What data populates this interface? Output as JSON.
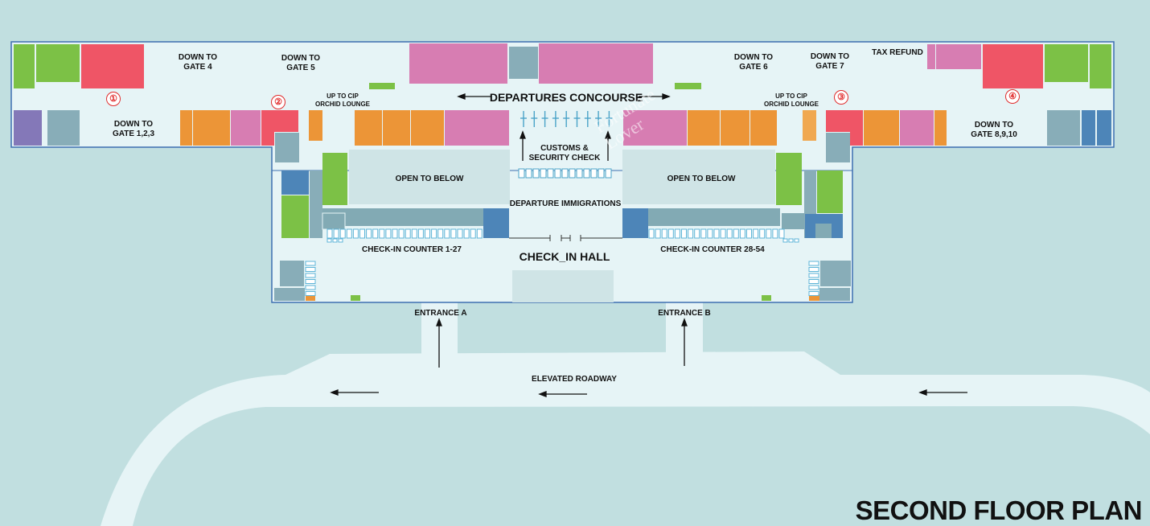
{
  "map": {
    "title": "SECOND FLOOR PLAN",
    "concourse_label": "DEPARTURES CONCOURSE",
    "checkin_hall_label": "CHECK_IN HALL",
    "customs_label": "CUSTOMS &\nSECURITY CHECK",
    "immigration_label": "DEPARTURE IMMIGRATIONS",
    "open_below_left": "OPEN TO BELOW",
    "open_below_right": "OPEN TO BELOW",
    "checkin_counter_left": "CHECK-IN COUNTER 1-27",
    "checkin_counter_right": "CHECK-IN COUNTER 28-54",
    "entrance_a": "ENTRANCE A",
    "entrance_b": "ENTRANCE B",
    "roadway": "ELEVATED ROADWAY",
    "tax_refund": "TAX REFUND",
    "gates": {
      "gate_4": "DOWN TO\nGATE 4",
      "gate_5": "DOWN TO\nGATE 5",
      "gate_6": "DOWN TO\nGATE 6",
      "gate_7": "DOWN TO\nGATE 7",
      "gate_123": "DOWN TO\nGATE 1,2,3",
      "gate_8910": "DOWN TO\nGATE 8,9,10"
    },
    "lounge_left": "UP TO CIP\nORCHID LOUNGE",
    "lounge_right": "UP TO CIP\nORCHID LOUNGE",
    "markers": [
      "①",
      "②",
      "③",
      "④"
    ],
    "watermark": "Fortunate\nLover"
  },
  "colors": {
    "background": "#c1dfe0",
    "floor": "#e6f4f6",
    "border": "#3d6fb0",
    "green": "#7cc146",
    "red": "#ef5566",
    "pink": "#d77db2",
    "orange": "#ec9537",
    "teal": "#88adb8",
    "blue": "#4d85b8",
    "purple": "#8478b8",
    "open_area": "#cfe4e6",
    "counter": "#82aab4"
  }
}
